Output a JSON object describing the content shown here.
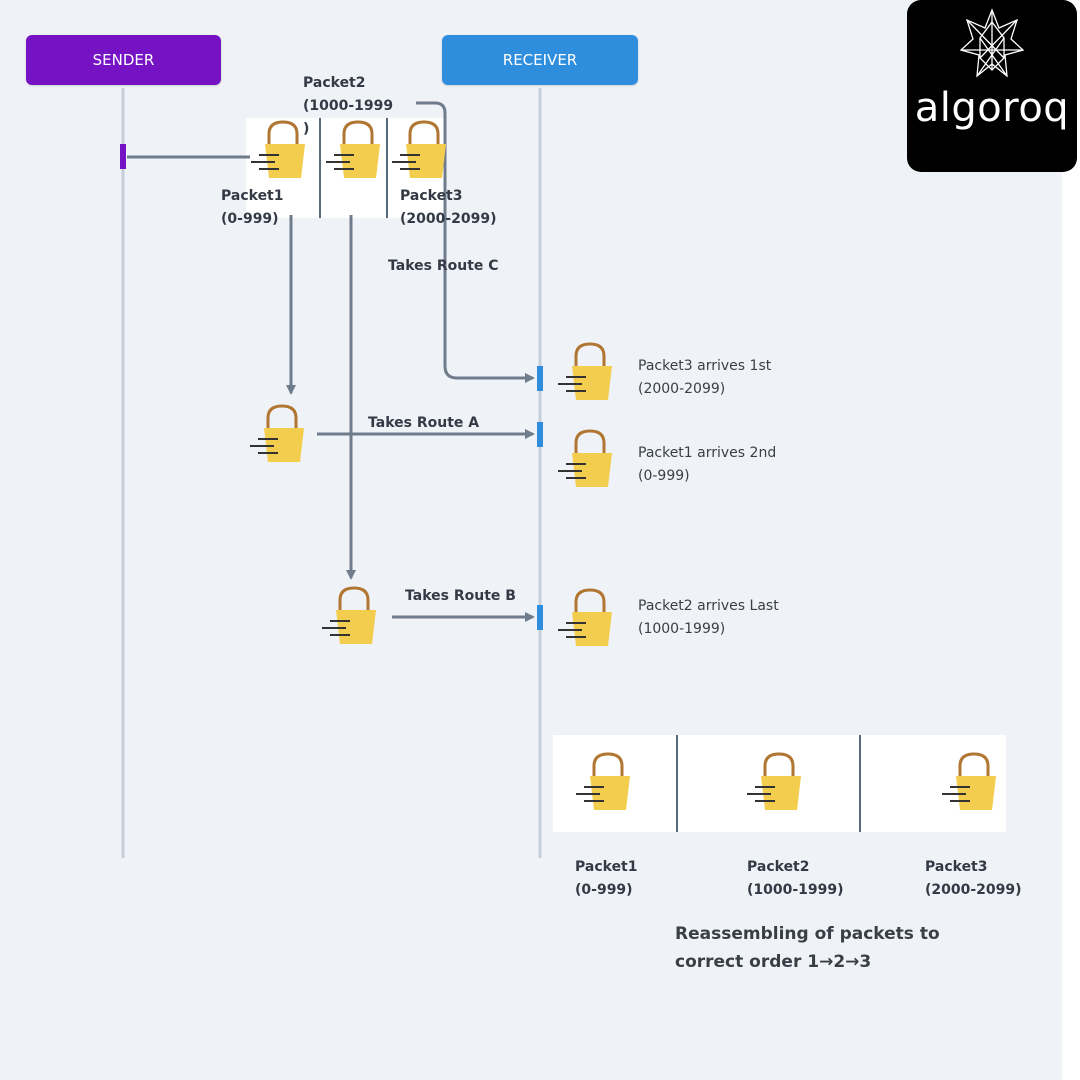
{
  "header": {
    "sender": "SENDER",
    "receiver": "RECEIVER"
  },
  "packets": {
    "packet1": {
      "name": "Packet1",
      "range": "(0-999)"
    },
    "packet2": {
      "name": "Packet2",
      "range": "(1000-1999",
      "range_tail": ")"
    },
    "packet3": {
      "name": "Packet3",
      "range": "(2000-2099)"
    }
  },
  "routes": {
    "a": "Takes Route A",
    "b": "Takes Route B",
    "c": "Takes Route C"
  },
  "arrivals": [
    {
      "status": "Packet3 arrives 1st",
      "range": "(2000-2099)"
    },
    {
      "status": "Packet1 arrives 2nd",
      "range": "(0-999)"
    },
    {
      "status": "Packet2 arrives Last",
      "range": "(1000-1999)"
    }
  ],
  "reassembled": [
    {
      "name": "Packet1",
      "range": "(0-999)"
    },
    {
      "name": "Packet2",
      "range": "(1000-1999)"
    },
    {
      "name": "Packet3",
      "range": "(2000-2099)"
    }
  ],
  "summary": {
    "line1": "Reassembling of packets to",
    "line2": "correct order 1→2→3"
  },
  "logo": {
    "text": "algoroq"
  },
  "colors": {
    "sender": "#7412c4",
    "receiver": "#2f8ddd",
    "packet": "#f2cd4e",
    "handle": "#b07632",
    "arrow": "#6f7c8c",
    "lifeline": "#c6ced8",
    "canvas": "#eff3f7"
  },
  "icons": [
    "shopping-bag-packet-icon",
    "arrow-icon",
    "geometric-star-logo-icon"
  ]
}
